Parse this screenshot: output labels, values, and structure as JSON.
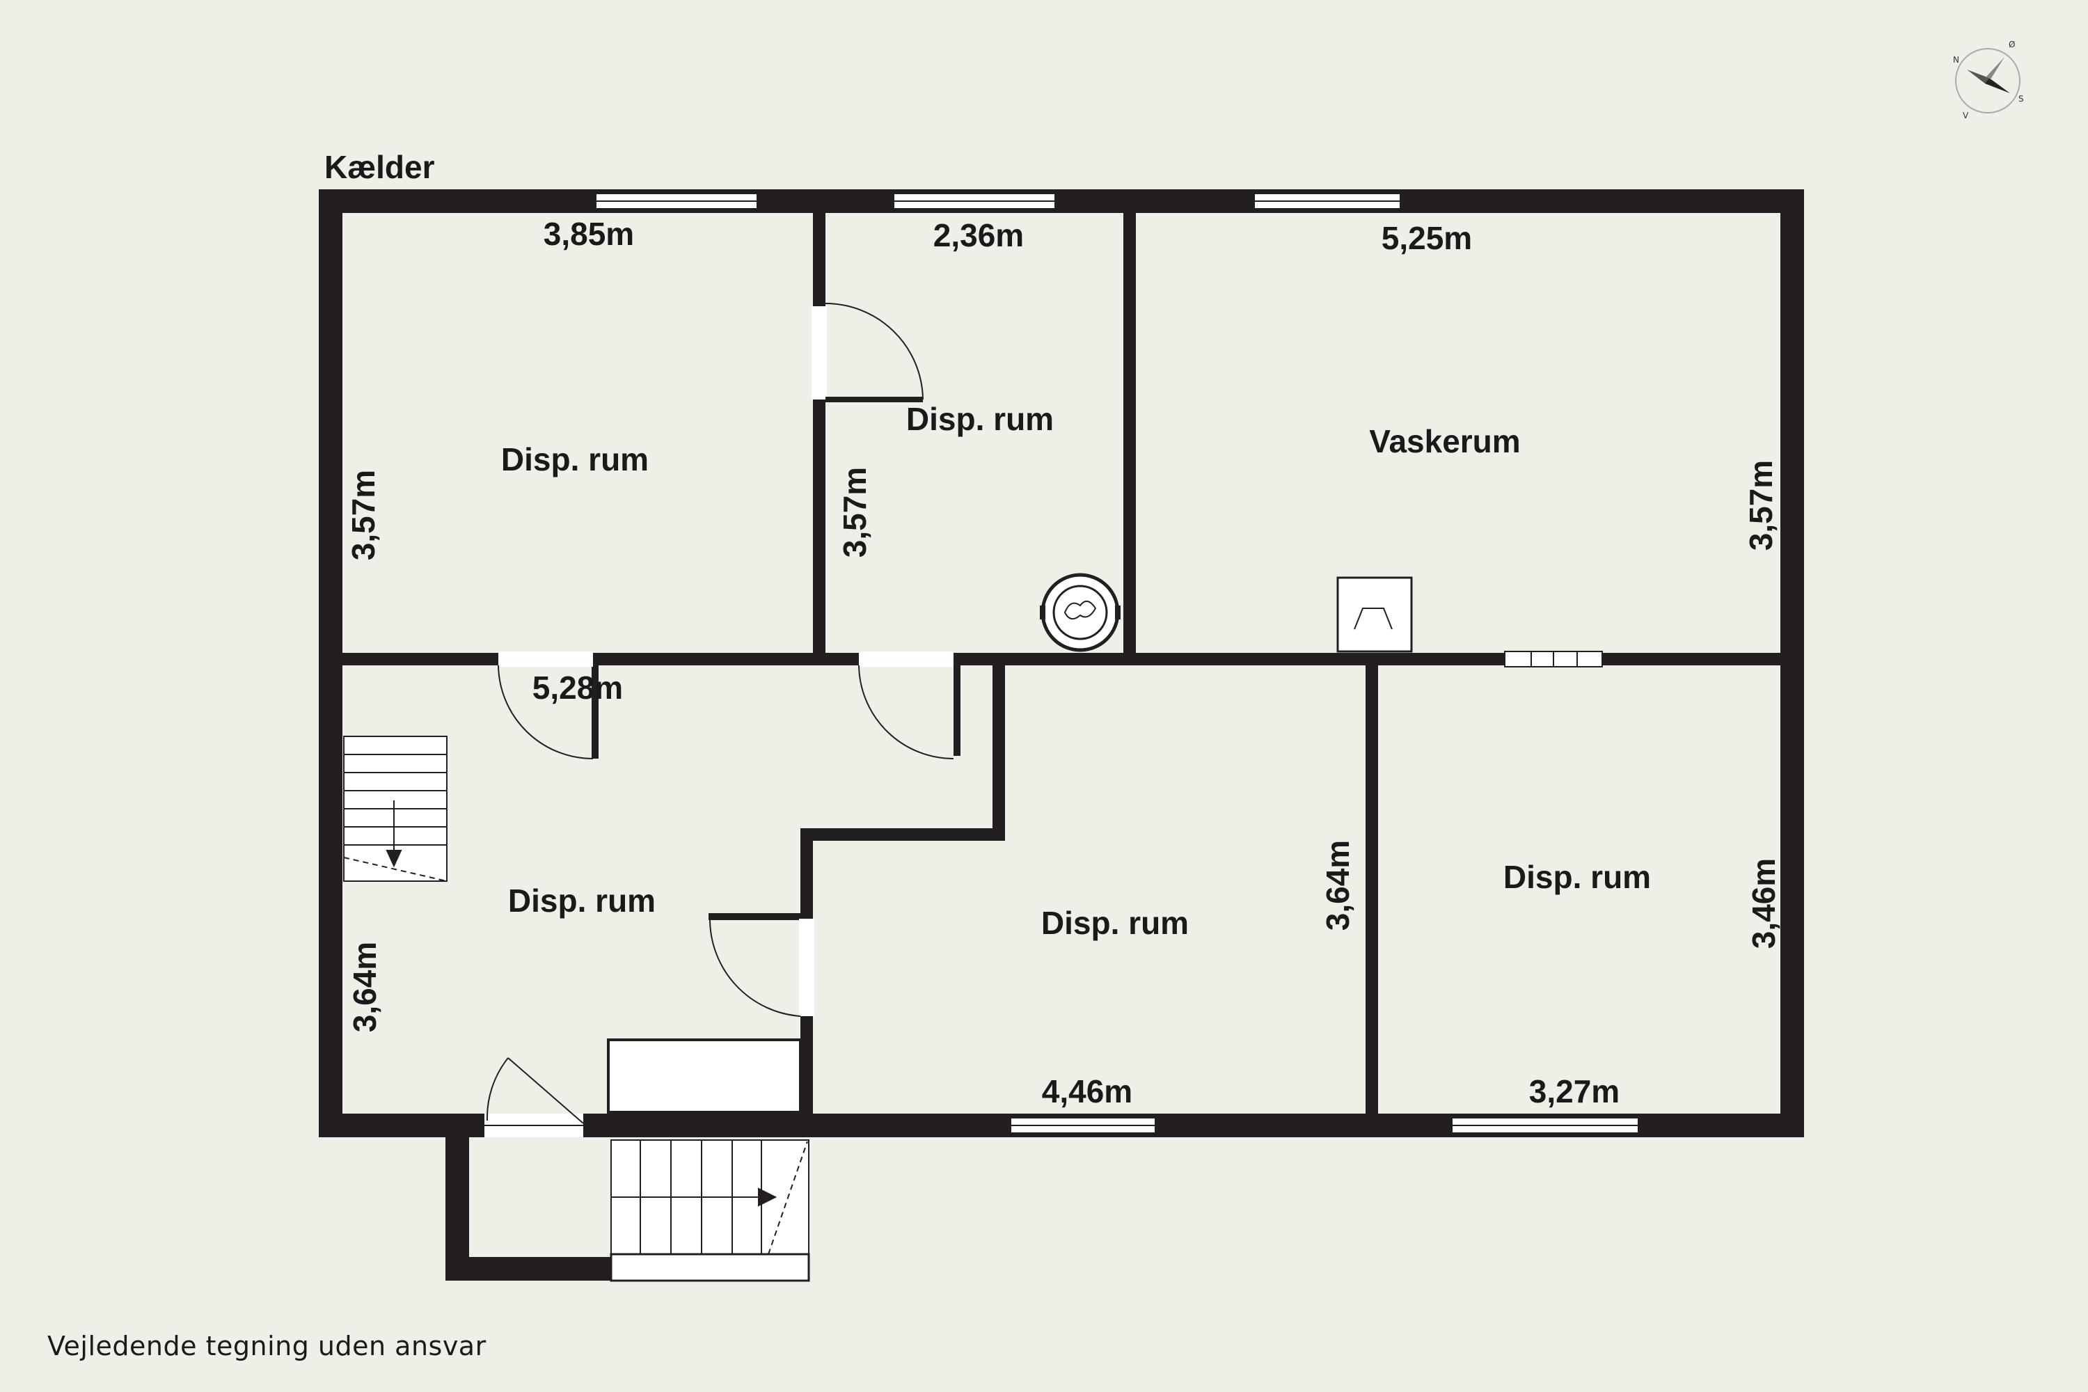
{
  "plan": {
    "title": "Kælder",
    "rooms": [
      {
        "id": "room-1",
        "label": "Disp. rum"
      },
      {
        "id": "room-2",
        "label": "Disp. rum"
      },
      {
        "id": "room-3",
        "label": "Vaskerum"
      },
      {
        "id": "room-4",
        "label": "Disp. rum"
      },
      {
        "id": "room-5",
        "label": "Disp. rum"
      },
      {
        "id": "room-6",
        "label": "Disp. rum"
      }
    ],
    "dimensions": {
      "d1": "3,85m",
      "d2": "2,36m",
      "d3": "5,25m",
      "d4": "3,57m",
      "d5": "3,57m",
      "d6": "3,57m",
      "d7": "5,28m",
      "d8": "3,64m",
      "d9": "3,64m",
      "d10": "3,46m",
      "d11": "4,46m",
      "d12": "3,27m"
    }
  },
  "compass": {
    "n": "N",
    "e": "Ø",
    "s": "S",
    "w": "V"
  },
  "footer": "Vejledende tegning uden ansvar",
  "colors": {
    "background": "#f0efe7",
    "wall": "#231f20",
    "floor": "#f0efe7",
    "opening": "#ffffff"
  }
}
